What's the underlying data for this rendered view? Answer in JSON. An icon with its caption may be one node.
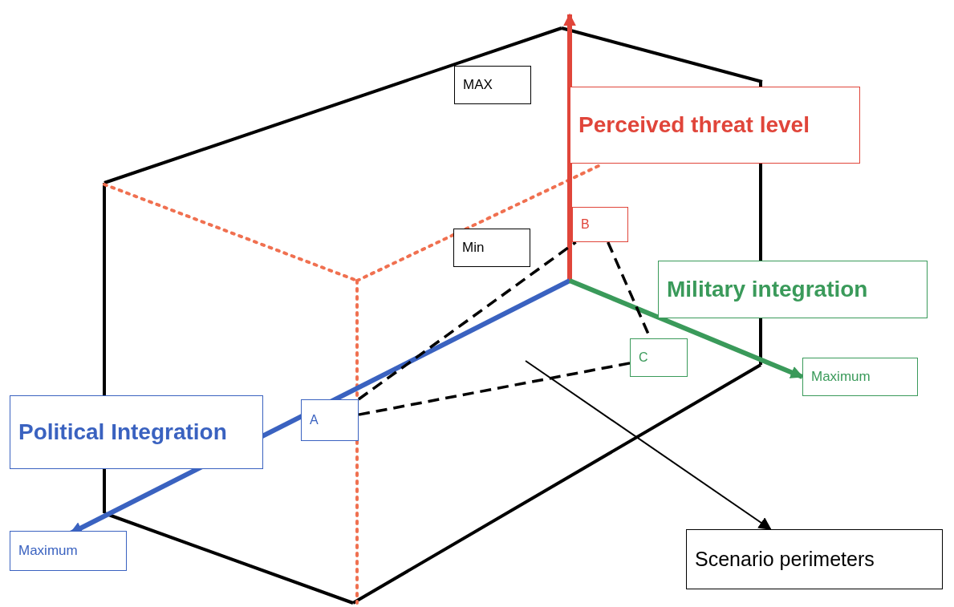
{
  "diagram": {
    "nodes": [
      {
        "text": [
          "MAX"
        ]
      },
      {
        "text": [
          "Perceived threat level"
        ]
      },
      {
        "text": [
          "B"
        ]
      },
      {
        "text": [
          "Min"
        ]
      },
      {
        "text": [
          "Military integration"
        ]
      },
      {
        "text": [
          "C"
        ]
      },
      {
        "text": [
          "Maximum"
        ]
      },
      {
        "text": [
          "Political Integration"
        ]
      },
      {
        "text": [
          "A"
        ]
      },
      {
        "text": [
          "Maximum"
        ]
      },
      {
        "text": [
          "Scenario perimeters"
        ]
      }
    ],
    "edges": [
      {
        "from": 8,
        "to": 2,
        "arrow": "none",
        "style": "dashed"
      },
      {
        "from": 2,
        "to": 5,
        "arrow": "none",
        "style": "dashed"
      },
      {
        "from": 5,
        "to": 8,
        "arrow": "none",
        "style": "dashed"
      },
      {
        "from": null,
        "to": 10,
        "arrow": "to"
      }
    ]
  }
}
